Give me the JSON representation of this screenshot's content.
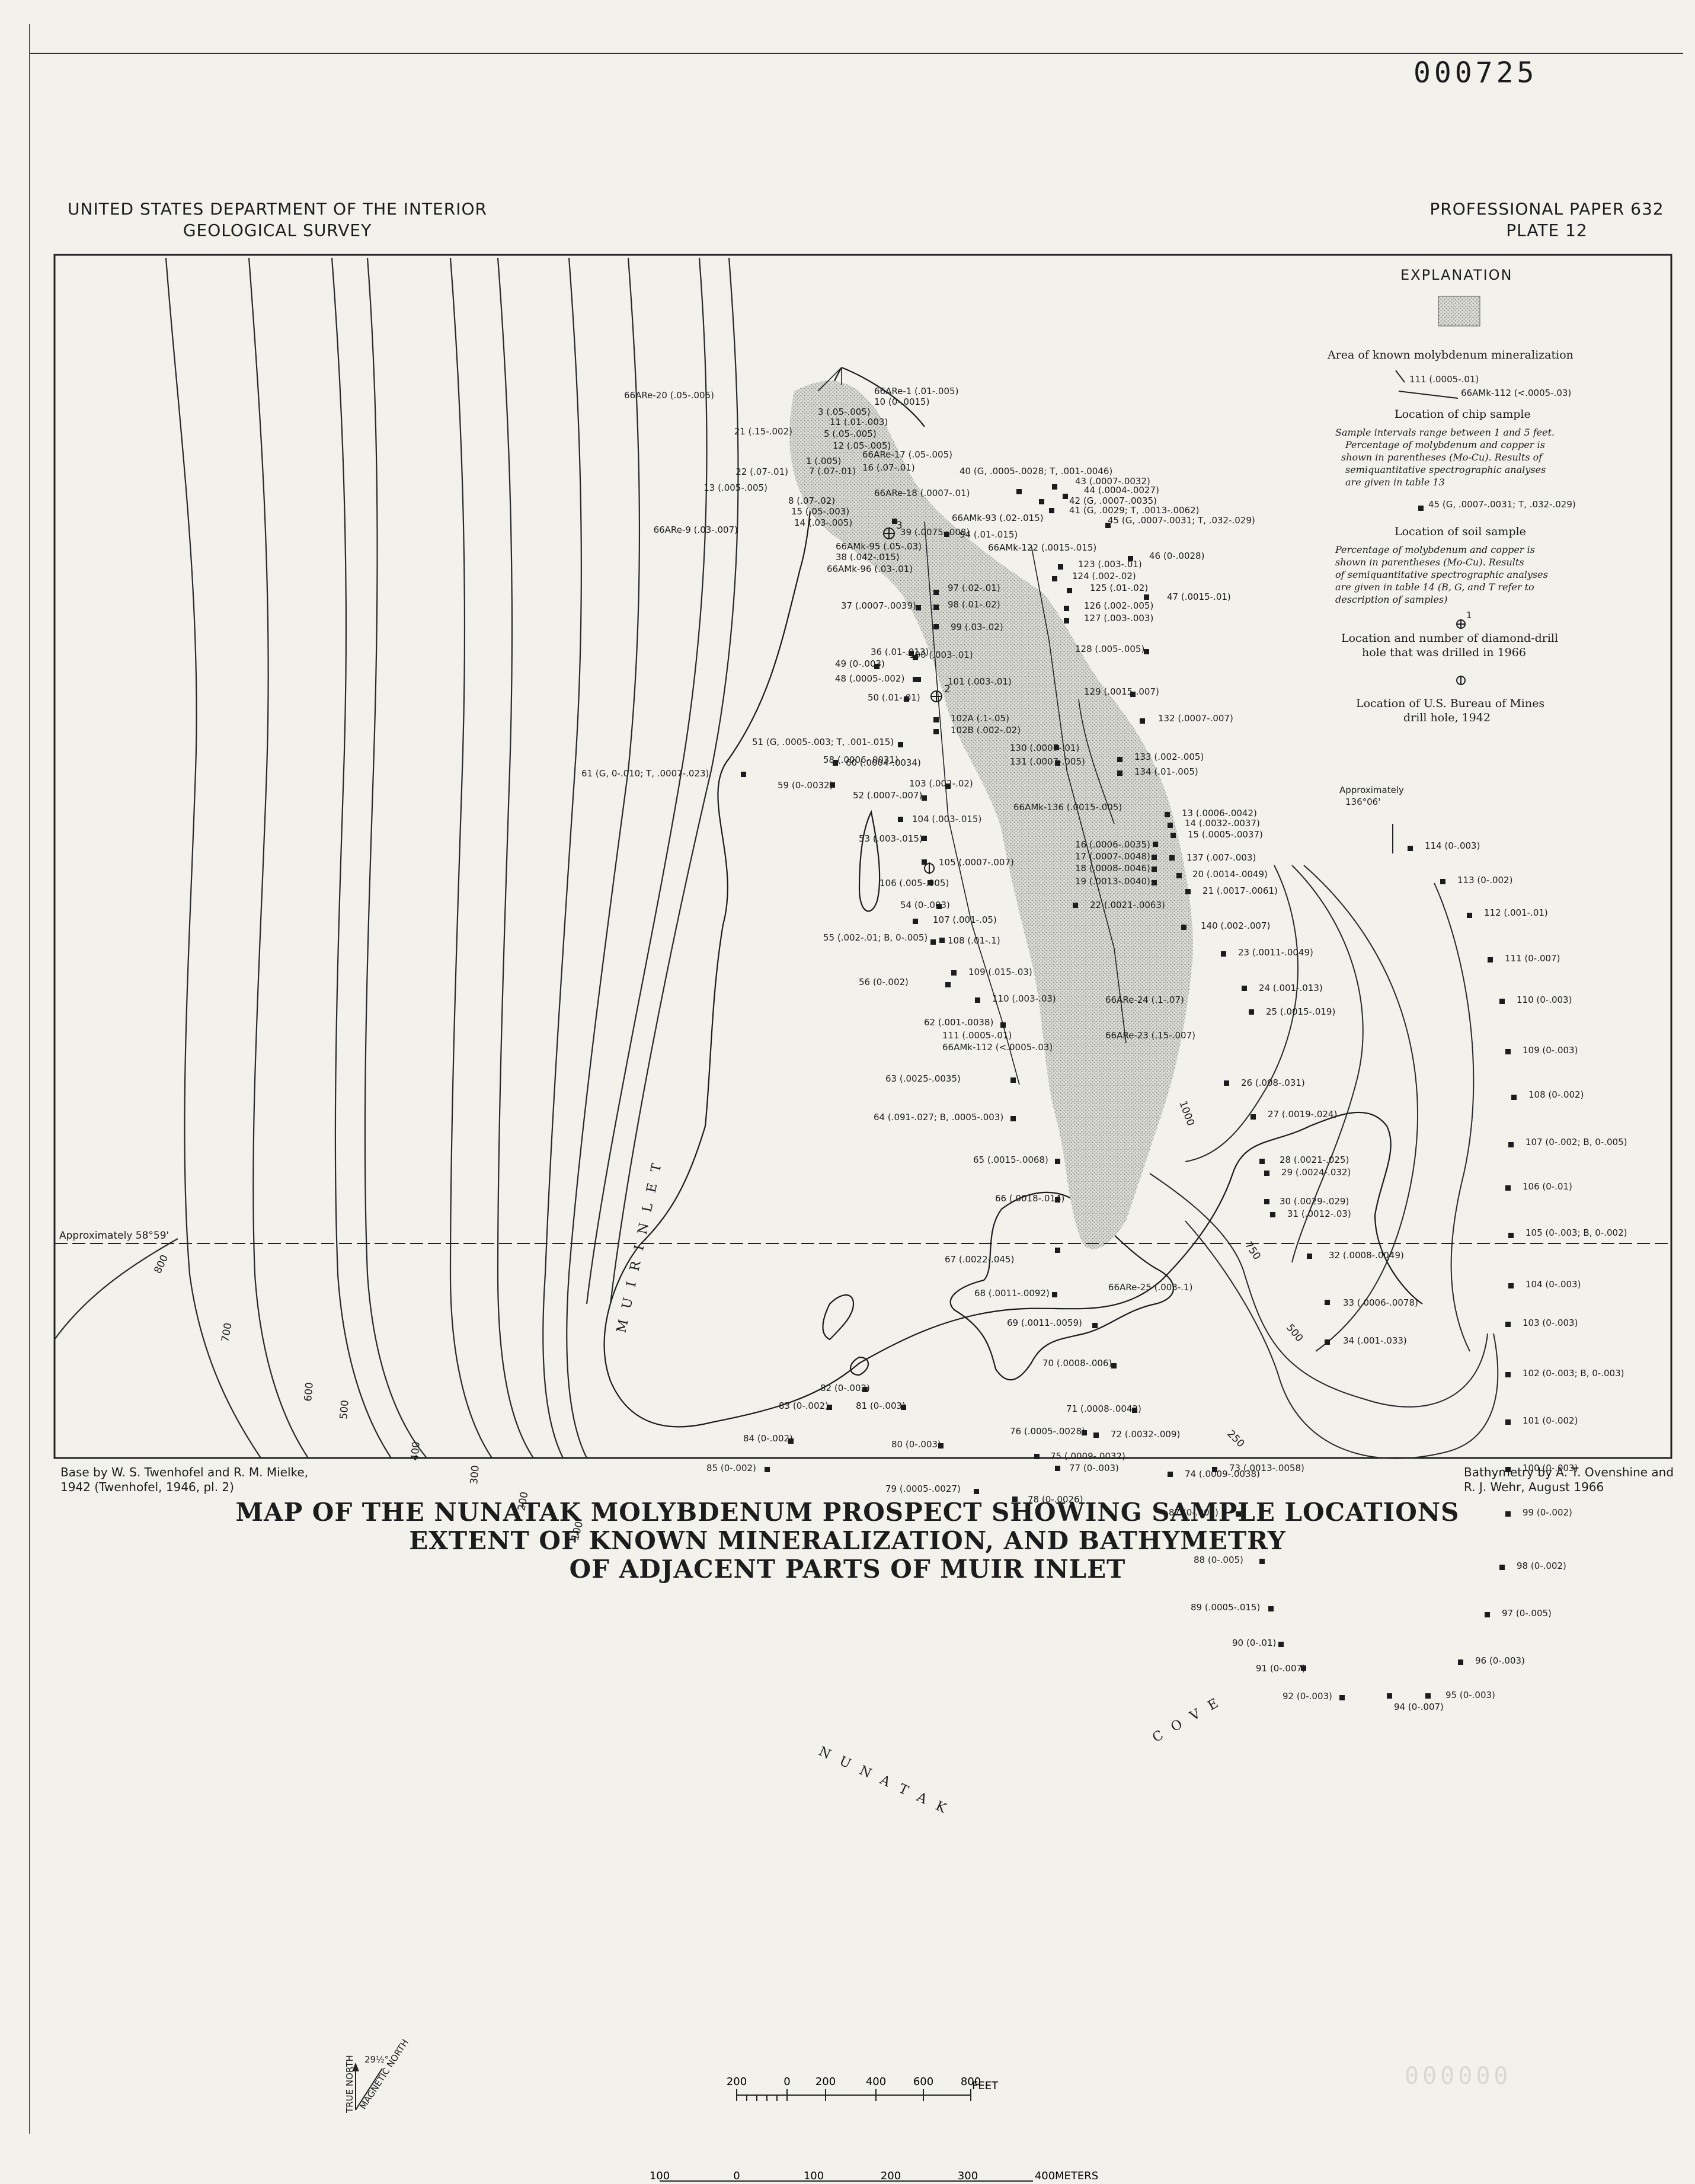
{
  "document_number": "000725",
  "header": {
    "agency_line1": "UNITED STATES DEPARTMENT OF THE INTERIOR",
    "agency_line2": "GEOLOGICAL SURVEY",
    "paper": "PROFESSIONAL PAPER  632",
    "plate": "PLATE 12"
  },
  "explanation": {
    "heading": "EXPLANATION",
    "mineralization_label": "Area of known molybdenum mineralization",
    "chip_example_1": "111 (.0005-.01)",
    "chip_example_2": "66AMk-112 (<.0005-.03)",
    "chip_title": "Location of chip sample",
    "chip_desc": [
      "Sample intervals range between 1 and 5 feet.",
      "Percentage of molybdenum and copper is",
      "shown in parentheses (Mo-Cu). Results of",
      "semiquantitative spectrographic analyses",
      "are given in table 13"
    ],
    "soil_example": "45 (G, .0007-.0031; T, .032-.029)",
    "soil_title": "Location of soil sample",
    "soil_desc": [
      "Percentage of molybdenum and copper is",
      "shown in parentheses (Mo-Cu). Results",
      "of semiquantitative spectrographic analyses",
      "are given in table 14 (B, G, and T refer to",
      "description of samples)"
    ],
    "ddh_example": "1",
    "ddh_title_1": "Location and number of diamond-drill",
    "ddh_title_2": "hole that was drilled in 1966",
    "usbm_title_1": "Location of U.S. Bureau of Mines",
    "usbm_title_2": "drill hole, 1942"
  },
  "map": {
    "latitude_label": "Approximately 58°59'",
    "longitude_label_1": "Approximately",
    "longitude_label_2": "136°06'",
    "inlet_label": "M U I R   I N L E T",
    "cove_label_1": "N U N A T A K",
    "cove_label_2": "C O V E",
    "depth_contours": [
      "800",
      "700",
      "600",
      "500",
      "400",
      "300",
      "200",
      "100",
      "1000",
      "750",
      "500",
      "250"
    ],
    "chip_samples": [
      {
        "id": "66ARe-20 (.05-.005)"
      },
      {
        "id": "66ARe-1 (.01-.005)"
      },
      {
        "id": "10 (0-.0015)"
      },
      {
        "id": "3 (.05-.005)"
      },
      {
        "id": "11 (.01-.003)"
      },
      {
        "id": "21 (.15-.002)"
      },
      {
        "id": "5 (.05-.005)"
      },
      {
        "id": "12 (.05-.005)"
      },
      {
        "id": "66ARe-17 (.05-.005)"
      },
      {
        "id": "22 (.07-.01)"
      },
      {
        "id": "1 (.005)"
      },
      {
        "id": "7 (.07-.01)"
      },
      {
        "id": "16 (.07-.01)"
      },
      {
        "id": "13 (.005-.005)"
      },
      {
        "id": "8 (.07-.02)"
      },
      {
        "id": "66ARe-18 (.0007-.01)"
      },
      {
        "id": "15 (.05-.003)"
      },
      {
        "id": "14 (.03-.005)"
      },
      {
        "id": "66ARe-9 (.03-.007)"
      },
      {
        "id": "66AMk-95 (.05-.03)"
      },
      {
        "id": "38 (.042-.015)"
      },
      {
        "id": "66AMk-96 (.03-.01)"
      },
      {
        "id": "66AMk-93 (.02-.015)"
      },
      {
        "id": "66AMk-122 (.0015-.015)"
      },
      {
        "id": "66AMk-136 (.0015-.005)"
      },
      {
        "id": "66ARe-24 (.1-.07)"
      },
      {
        "id": "66ARe-23 (.15-.007)"
      },
      {
        "id": "66ARe-25 (.003-.1)"
      },
      {
        "id": "111 (.0005-.01)"
      },
      {
        "id": "66AMk-112 (<.0005-.03)"
      }
    ],
    "soil_samples": [
      {
        "id": "40 (G, .0005-.0028; T, .001-.0046)"
      },
      {
        "id": "43 (.0007-.0032)"
      },
      {
        "id": "44 (.0004-.0027)"
      },
      {
        "id": "42 (G, .0007-.0035)"
      },
      {
        "id": "41 (G, .0029; T, .0013-.0062)"
      },
      {
        "id": "45 (G, .0007-.0031; T, .032-.029)"
      },
      {
        "id": "39 (.0075-.008)"
      },
      {
        "id": "94 (.01-.015)"
      },
      {
        "id": "46 (0-.0028)"
      },
      {
        "id": "123 (.003-.01)"
      },
      {
        "id": "124 (.002-.02)"
      },
      {
        "id": "125 (.01-.02)"
      },
      {
        "id": "47 (.0015-.01)"
      },
      {
        "id": "126 (.002-.005)"
      },
      {
        "id": "127 (.003-.003)"
      },
      {
        "id": "97 (.02-.01)"
      },
      {
        "id": "37 (.0007-.0039)"
      },
      {
        "id": "98 (.01-.02)"
      },
      {
        "id": "99 (.03-.02)"
      },
      {
        "id": "36 (.01-.013)"
      },
      {
        "id": "100 (.003-.01)"
      },
      {
        "id": "128 (.005-.005)"
      },
      {
        "id": "49 (0-.003)"
      },
      {
        "id": "48 (.0005-.002)"
      },
      {
        "id": "101 (.003-.01)"
      },
      {
        "id": "50 (.01-.01)"
      },
      {
        "id": "129 (.0015-.007)"
      },
      {
        "id": "102A (.1-.05)"
      },
      {
        "id": "132 (.0007-.007)"
      },
      {
        "id": "102B (.002-.02)"
      },
      {
        "id": "51 (G, .0005-.003; T, .001-.015)"
      },
      {
        "id": "130 (.0007-.01)"
      },
      {
        "id": "133 (.002-.005)"
      },
      {
        "id": "60 (.0004-.0034)"
      },
      {
        "id": "58 (.0006-.0031)"
      },
      {
        "id": "131 (.0007-.005)"
      },
      {
        "id": "134 (.01-.005)"
      },
      {
        "id": "61 (G, 0-.010; T, .0007-.023)"
      },
      {
        "id": "59 (0-.0032)"
      },
      {
        "id": "103 (.002-.02)"
      },
      {
        "id": "52 (.0007-.007)"
      },
      {
        "id": "13 (.0006-.0042)"
      },
      {
        "id": "104 (.003-.015)"
      },
      {
        "id": "14 (.0032-.0037)"
      },
      {
        "id": "15 (.0005-.0037)"
      },
      {
        "id": "53 (.003-.015)"
      },
      {
        "id": "16 (.0006-.0035)"
      },
      {
        "id": "137 (.007-.003)"
      },
      {
        "id": "17 (.0007-.0048)"
      },
      {
        "id": "105 (.0007-.007)"
      },
      {
        "id": "18 (.0008-.0046)"
      },
      {
        "id": "20 (.0014-.0049)"
      },
      {
        "id": "106 (.005-.005)"
      },
      {
        "id": "19 (.0013-.0040)"
      },
      {
        "id": "21 (.0017-.0061)"
      },
      {
        "id": "54 (0-.003)"
      },
      {
        "id": "22 (.0021-.0063)"
      },
      {
        "id": "107 (.001-.05)"
      },
      {
        "id": "140 (.002-.007)"
      },
      {
        "id": "55 (.002-.01; B, 0-.005)"
      },
      {
        "id": "108 (.01-.1)"
      },
      {
        "id": "23 (.0011-.0049)"
      },
      {
        "id": "109 (.015-.03)"
      },
      {
        "id": "56 (0-.002)"
      },
      {
        "id": "24 (.001-.013)"
      },
      {
        "id": "110 (.003-.03)"
      },
      {
        "id": "25 (.0015-.019)"
      },
      {
        "id": "62 (.001-.0038)"
      },
      {
        "id": "63 (.0025-.0035)"
      },
      {
        "id": "26 (.008-.031)"
      },
      {
        "id": "64 (.091-.027; B, .0005-.003)"
      },
      {
        "id": "27 (.0019-.024)"
      },
      {
        "id": "65 (.0015-.0068)"
      },
      {
        "id": "28 (.0021-.025)"
      },
      {
        "id": "29 (.0024-.032)"
      },
      {
        "id": "66 (.0018-.014)"
      },
      {
        "id": "30 (.0029-.029)"
      },
      {
        "id": "31 (.0012-.03)"
      },
      {
        "id": "67 (.0022-.045)"
      },
      {
        "id": "32 (.0008-.0049)"
      },
      {
        "id": "68 (.0011-.0092)"
      },
      {
        "id": "33 (.0006-.0078)"
      },
      {
        "id": "69 (.0011-.0059)"
      },
      {
        "id": "34 (.001-.033)"
      },
      {
        "id": "70 (.0008-.006)"
      },
      {
        "id": "82 (0-.002)"
      },
      {
        "id": "83 (0-.002)"
      },
      {
        "id": "81 (0-.003)"
      },
      {
        "id": "71 (.0008-.0042)"
      },
      {
        "id": "76 (.0005-.0028)"
      },
      {
        "id": "72 (.0032-.009)"
      },
      {
        "id": "84 (0-.002)"
      },
      {
        "id": "80 (0-.003)"
      },
      {
        "id": "75 (.0009-.0032)"
      },
      {
        "id": "85 (0-.002)"
      },
      {
        "id": "77 (0-.003)"
      },
      {
        "id": "74 (.0009-.0038)"
      },
      {
        "id": "73 (.0013-.0058)"
      },
      {
        "id": "79 (.0005-.0027)"
      },
      {
        "id": "78 (0-.0026)"
      },
      {
        "id": "87 (0-.005)"
      },
      {
        "id": "88 (0-.005)"
      },
      {
        "id": "89 (.0005-.015)"
      },
      {
        "id": "90 (0-.01)"
      },
      {
        "id": "91 (0-.007)"
      },
      {
        "id": "92 (0-.003)"
      },
      {
        "id": "94 (0-.007)"
      },
      {
        "id": "95 (0-.003)"
      },
      {
        "id": "96 (0-.003)"
      },
      {
        "id": "97 (0-.005)"
      },
      {
        "id": "98 (0-.002)"
      },
      {
        "id": "99 (0-.002)"
      },
      {
        "id": "100 (0-.003)"
      },
      {
        "id": "101 (0-.002)"
      },
      {
        "id": "102 (0-.003; B, 0-.003)"
      },
      {
        "id": "103 (0-.003)"
      },
      {
        "id": "104 (0-.003)"
      },
      {
        "id": "105 (0-.003; B, 0-.002)"
      },
      {
        "id": "106 (0-.01)"
      },
      {
        "id": "107 (0-.002; B, 0-.005)"
      },
      {
        "id": "108 (0-.002)"
      },
      {
        "id": "109 (0-.003)"
      },
      {
        "id": "110 (0-.003)"
      },
      {
        "id": "111 (0-.007)"
      },
      {
        "id": "112 (.001-.01)"
      },
      {
        "id": "113 (0-.002)"
      },
      {
        "id": "114 (0-.003)"
      }
    ],
    "drill_holes": [
      "1",
      "2",
      "3"
    ]
  },
  "credits": {
    "base_1": "Base by W. S. Twenhofel and R. M. Mielke,",
    "base_2": "1942 (Twenhofel, 1946, pl. 2)",
    "bathy_1": "Bathymetry by A. T. Ovenshine and",
    "bathy_2": "R. J. Wehr, August 1966"
  },
  "title": {
    "line1": "MAP OF THE NUNATAK MOLYBDENUM PROSPECT SHOWING SAMPLE LOCATIONS",
    "line2": "EXTENT OF KNOWN MINERALIZATION, AND BATHYMETRY",
    "line3": "OF ADJACENT PARTS OF MUIR INLET"
  },
  "north_arrow": {
    "declination": "29½°",
    "true_north": "TRUE NORTH",
    "magnetic_north": "MAGNETIC NORTH"
  },
  "scale": {
    "feet_ticks": [
      "200",
      "0",
      "200",
      "400",
      "600",
      "800"
    ],
    "feet_unit": "FEET",
    "meter_ticks": [
      "100",
      "0",
      "100",
      "200",
      "300",
      "400"
    ],
    "meter_unit": "METERS"
  },
  "faded_stamp": "000000"
}
